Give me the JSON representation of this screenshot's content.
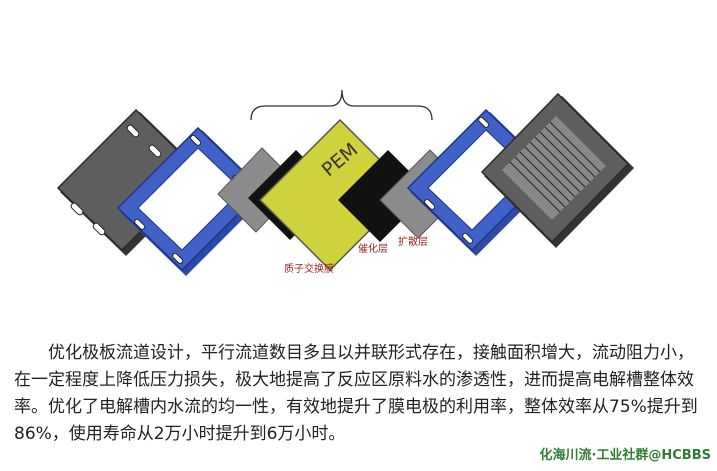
{
  "diagram": {
    "labels": {
      "pem": "PEM",
      "catalyst_layer": "催化层",
      "diffusion_layer": "扩散层",
      "proton_exchange_membrane": "质子交换膜"
    },
    "colors": {
      "end_plate": "#5a5a5a",
      "flow_plate_frame": "#3b5bbf",
      "diffusion_layer": "#8a8a8a",
      "catalyst_layer": "#0f0f0f",
      "pem_fill": "#cfd23a",
      "label_red": "#9b1c1c"
    }
  },
  "paragraph": "优化极板流道设计，平行流道数目多且以并联形式存在，接触面积增大，流动阻力小，在一定程度上降低压力损失，极大地提高了反应区原料水的渗透性，进而提高电解槽整体效率。优化了电解槽内水流的均一性，有效地提升了膜电极的利用率，整体效率从75%提升到86%，使用寿命从2万小时提升到6万小时。",
  "watermark": "化海川流·工业社群@HCBBS"
}
